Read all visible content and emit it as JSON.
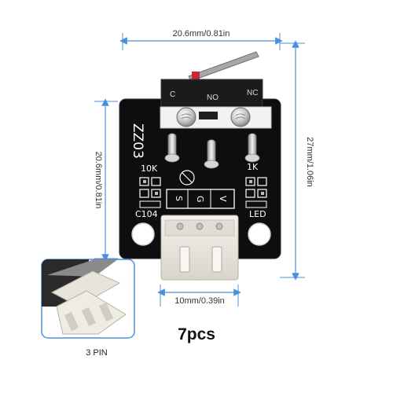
{
  "dimensions": {
    "top_width": "20.6mm/0.81in",
    "left_height": "20.6mm/0.81in",
    "right_height": "27mm/1.06in",
    "connector_width": "10mm/0.39in"
  },
  "switch_labels": {
    "common": "C",
    "normally_open": "NO",
    "normally_closed": "NC"
  },
  "pcb_silkscreen": {
    "resistor_left": "10K",
    "resistor_right": "1K",
    "capacitor": "C104",
    "led": "LED",
    "pin_s": "S",
    "pin_g": "G",
    "pin_v": "V",
    "side_marking": "ZZ03"
  },
  "quantity": "7pcs",
  "inset_label": "3 PIN",
  "colors": {
    "dimension_line": "#4a8fdc",
    "pcb": "#0e0e10",
    "connector": "#e9e6e0",
    "switch_body": "#1b1b1b",
    "lever": "#9a9a9a",
    "led_red": "#c8283a"
  }
}
